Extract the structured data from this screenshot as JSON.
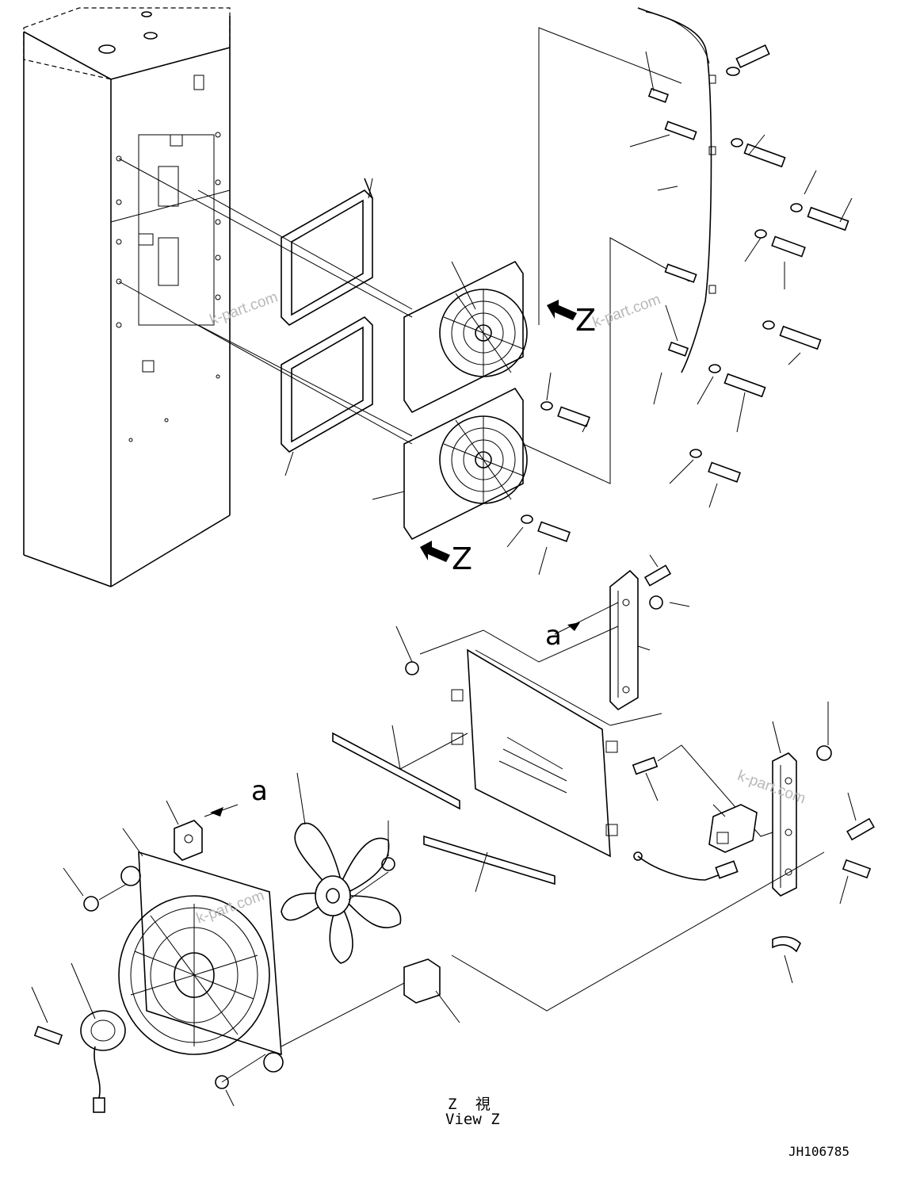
{
  "watermark": "k-part.com",
  "arrow_labels": {
    "z_upper": "Z",
    "z_lower": "Z",
    "a_upper": "a",
    "a_lower": "a"
  },
  "view_caption": {
    "line1": "Z 視",
    "line2": "View Z"
  },
  "drawing_number": "JH106785"
}
